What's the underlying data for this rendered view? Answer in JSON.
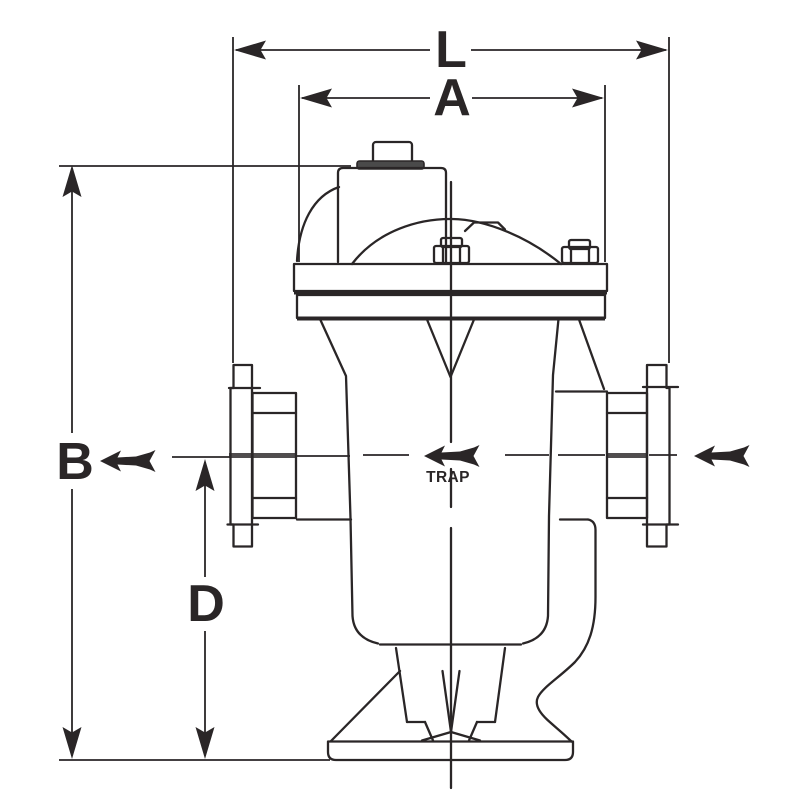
{
  "diagram": {
    "type": "technical-dimension-drawing",
    "labels": {
      "dim_overall_length": "L",
      "dim_cover_width": "A",
      "dim_overall_height": "B",
      "dim_centerline_to_base": "D",
      "trap": "TRAP"
    },
    "flow_arrows": [
      {
        "position": "left-of-inlet-flange",
        "direction": "left"
      },
      {
        "position": "center-above-trap-label",
        "direction": "left"
      },
      {
        "position": "right-of-outlet-flange",
        "direction": "left"
      }
    ],
    "icons": {
      "flow_arrow": "solid barbed arrow with notched tail pointing left",
      "dimension_arrowhead": "slender solid barbed triangle"
    },
    "colors": {
      "line": "#2a2627",
      "dark_fill": "#4a4a4a",
      "background": "#ffffff"
    }
  }
}
